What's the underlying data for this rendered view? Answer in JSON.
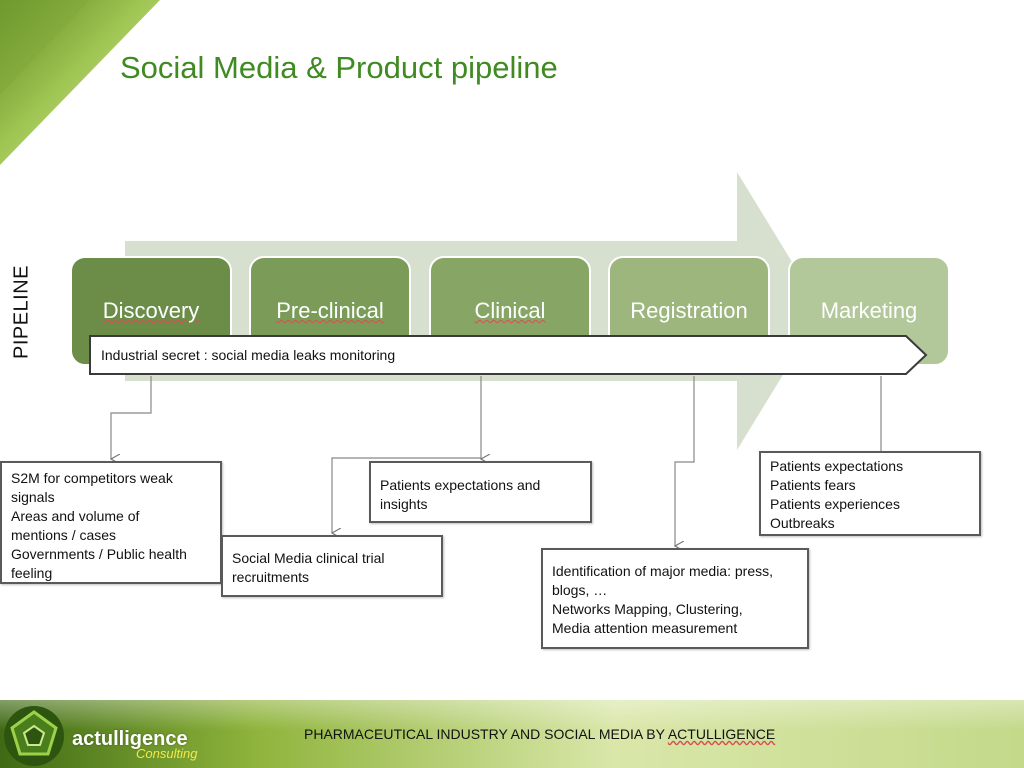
{
  "title": "Social Media & Product pipeline",
  "pipeline_label": "PIPELINE",
  "stages": [
    {
      "label": "Discovery"
    },
    {
      "label": "Pre-clinical"
    },
    {
      "label": "Clinical"
    },
    {
      "label": "Registration"
    },
    {
      "label": "Marketing"
    }
  ],
  "banner": "Industrial secret : social media leaks monitoring",
  "boxes": {
    "s2m": [
      "S2M for competitors weak",
      "signals",
      "Areas and volume of",
      "mentions / cases",
      "Governments / Public health",
      "feeling"
    ],
    "recruit": [
      "Social Media clinical trial",
      "recruitments"
    ],
    "patients": [
      "Patients expectations and",
      "insights"
    ],
    "media": [
      "Identification of major media: press,",
      "blogs, …",
      "Networks Mapping, Clustering,",
      "Media attention measurement"
    ],
    "marketing": [
      "Patients expectations",
      "Patients fears",
      "Patients experiences",
      "Outbreaks"
    ]
  },
  "footer": {
    "text_prefix": "PHARMACEUTICAL INDUSTRY AND SOCIAL MEDIA BY ",
    "text_brand": "ACTULLIGENCE"
  },
  "logo": {
    "name": "actulligence",
    "subtitle": "Consulting"
  },
  "colors": {
    "title": "#3f8a21",
    "stage_gradient": [
      "#6b8d48",
      "#7b9c58",
      "#87a666",
      "#9cb67e",
      "#b2c79a"
    ],
    "big_arrow": "#d7dfcf"
  }
}
